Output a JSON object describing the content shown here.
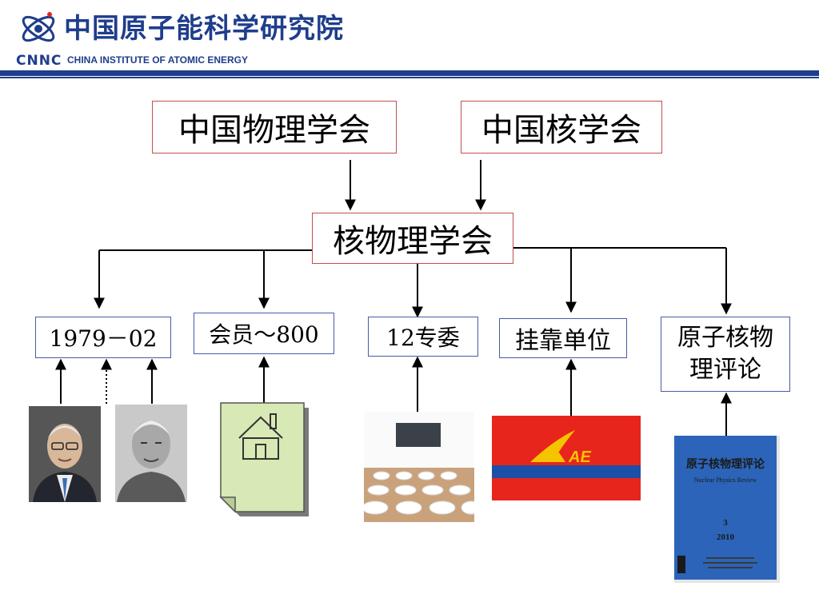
{
  "header": {
    "logo_cn": "中国原子能科学研究院",
    "logo_abbr": "CNNC",
    "logo_en": "CHINA INSTITUTE OF ATOMIC ENERGY"
  },
  "diagram": {
    "parents": [
      "中国物理学会",
      "中国核学会"
    ],
    "center": "核物理学会",
    "children": [
      "1979－02",
      "会员～800",
      "12专委",
      "挂靠单位",
      "原子核物理评论"
    ]
  },
  "journal": {
    "title": "原子核物理评论",
    "subtitle": "Nuclear Physics Review",
    "issue": "3",
    "year": "2010"
  },
  "ciae_logo": {
    "text": "AE"
  },
  "colors": {
    "brand_blue": "#1f3d8c",
    "box_red_border": "#c0504d",
    "box_blue_border": "#4a5aa8",
    "flag_red": "#e8251d",
    "flag_blue": "#1c4fa8",
    "flag_yellow": "#f5c400",
    "doc_green": "#d7e9b4",
    "journal_blue": "#2b64b8"
  }
}
